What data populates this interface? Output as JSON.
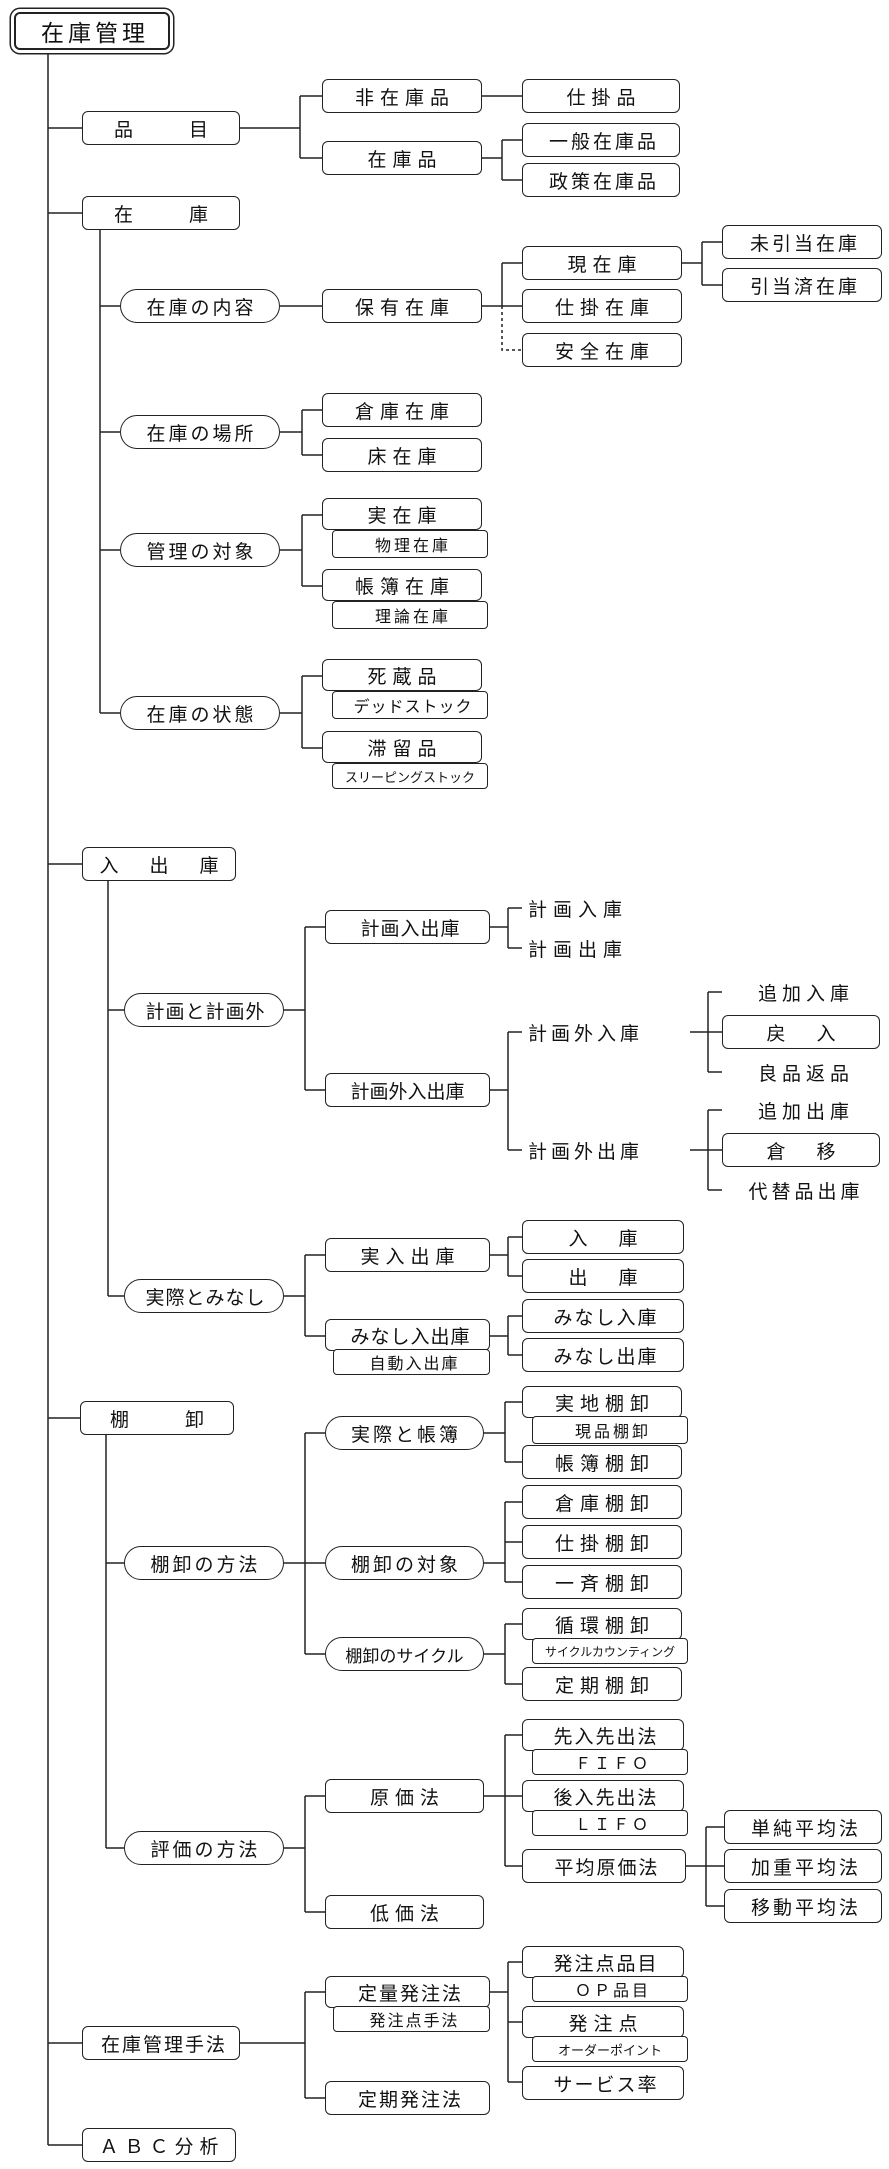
{
  "root": "在庫管理",
  "l1": {
    "hinmoku": "品　　目",
    "zaiko": "在　　庫",
    "nyushukko": "入　出　庫",
    "tanaoroshi": "棚　　卸",
    "shuho": "在庫管理手法",
    "abc": "ＡＢＣ分析"
  },
  "hinmoku": {
    "hizaiko": "非在庫品",
    "zaikohin": "在庫品",
    "shikakehin": "仕掛品",
    "ippan": "一般在庫品",
    "seisaku": "政策在庫品"
  },
  "zaiko": {
    "naiyo": "在庫の内容",
    "hoyu": "保有在庫",
    "genzaiko": "現在庫",
    "shikake": "仕掛在庫",
    "anzen": "安全在庫",
    "mihikiate": "未引当在庫",
    "hikiatezumi": "引当済在庫",
    "basho": "在庫の場所",
    "soko": "倉庫在庫",
    "yuka": "床在庫",
    "taisho": "管理の対象",
    "jitsu": "実在庫",
    "butsuri": "物理在庫",
    "chobo": "帳簿在庫",
    "riron": "理論在庫",
    "jotai": "在庫の状態",
    "shizo": "死蔵品",
    "dead": "デッドストック",
    "tairyu": "滞留品",
    "sleeping": "スリーピングストック"
  },
  "nyushukko": {
    "keikaku_gai": "計画と計画外",
    "keikaku_nyushukko": "計画入出庫",
    "keikaku_nyuko": "計画入庫",
    "keikaku_shukko": "計画出庫",
    "gai_nyushukko": "計画外入出庫",
    "gai_nyuko": "計画外入庫",
    "gai_shukko": "計画外出庫",
    "tsuika_nyuko": "追加入庫",
    "modori": "戻　入",
    "ryohin": "良品返品",
    "tsuika_shukko": "追加出庫",
    "kura": "倉　移",
    "daitai": "代替品出庫",
    "jissai_minashi": "実際とみなし",
    "jitsu_nyushukko": "実入出庫",
    "minashi_nyushukko": "みなし入出庫",
    "jido": "自動入出庫",
    "nyu": "入　庫",
    "shutsu": "出　庫",
    "minashi_nyu": "みなし入庫",
    "minashi_shutsu": "みなし出庫"
  },
  "tanaoroshi": {
    "hoho": "棚卸の方法",
    "jissai_chobo": "実際と帳簿",
    "jitchi": "実地棚卸",
    "genpin": "現品棚卸",
    "chobo": "帳簿棚卸",
    "taisho": "棚卸の対象",
    "soko": "倉庫棚卸",
    "shikake": "仕掛棚卸",
    "issei": "一斉棚卸",
    "cycle": "棚卸のサイクル",
    "junkan": "循環棚卸",
    "counting": "サイクルカウンティング",
    "teiki": "定期棚卸",
    "hyoka": "評価の方法",
    "genka": "原価法",
    "teika": "低価法",
    "sakiire": "先入先出法",
    "fifo": "ＦＩＦＯ",
    "atoire": "後入先出法",
    "lifo": "ＬＩＦＯ",
    "heikin": "平均原価法",
    "tanjun": "単純平均法",
    "kaju": "加重平均法",
    "ido": "移動平均法"
  },
  "shuho": {
    "teiryo": "定量発注法",
    "hacchuten_shuho": "発注点手法",
    "teiki": "定期発注法",
    "hacchuten_hinmoku": "発注点品目",
    "op": "ＯＰ品目",
    "hacchuten": "発注点",
    "order_point": "オーダーポイント",
    "service": "サービス率"
  }
}
